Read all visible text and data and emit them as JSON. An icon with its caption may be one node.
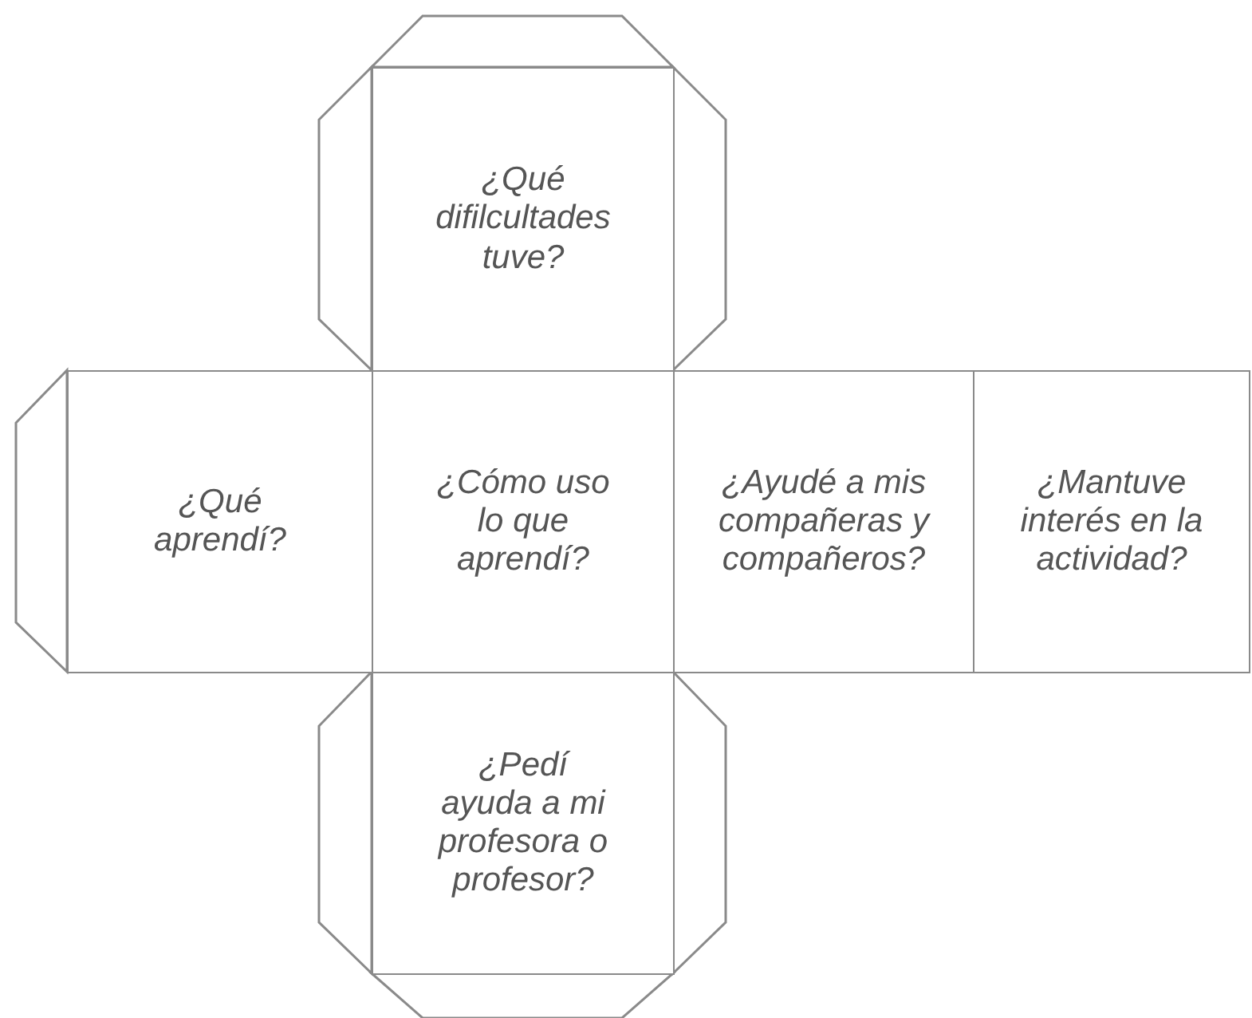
{
  "diagram": {
    "nodes": [
      {
        "text": [
          "¿Qué difilcultades tuve?"
        ]
      },
      {
        "text": [
          "¿Qué aprendí?"
        ]
      },
      {
        "text": [
          "¿Cómo uso lo que aprendí?"
        ]
      },
      {
        "text": [
          "¿Ayudé a mis compañeras y compañeros?"
        ]
      },
      {
        "text": [
          "¿Mantuve interés en la actividad?"
        ]
      },
      {
        "text": [
          "¿Pedí ayuda a mi profesora o profesor?"
        ]
      }
    ]
  }
}
